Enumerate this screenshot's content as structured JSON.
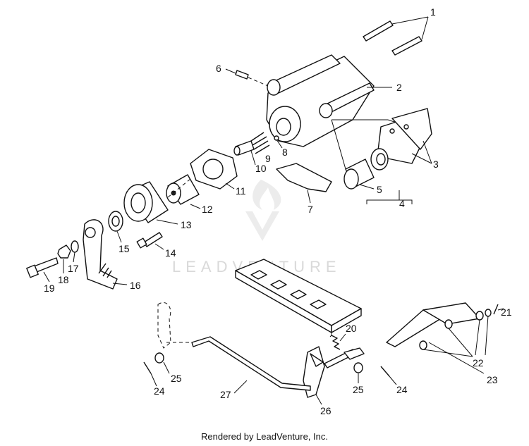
{
  "watermark": {
    "text": "LEADVENTURE"
  },
  "callouts": [
    "1",
    "2",
    "3",
    "4",
    "5",
    "6",
    "7",
    "8",
    "9",
    "10",
    "11",
    "12",
    "13",
    "14",
    "15",
    "16",
    "17",
    "18",
    "19",
    "20",
    "21",
    "22",
    "23",
    "24",
    "25",
    "26",
    "27"
  ],
  "footer": {
    "text": "Rendered by LeadVenture, Inc."
  }
}
